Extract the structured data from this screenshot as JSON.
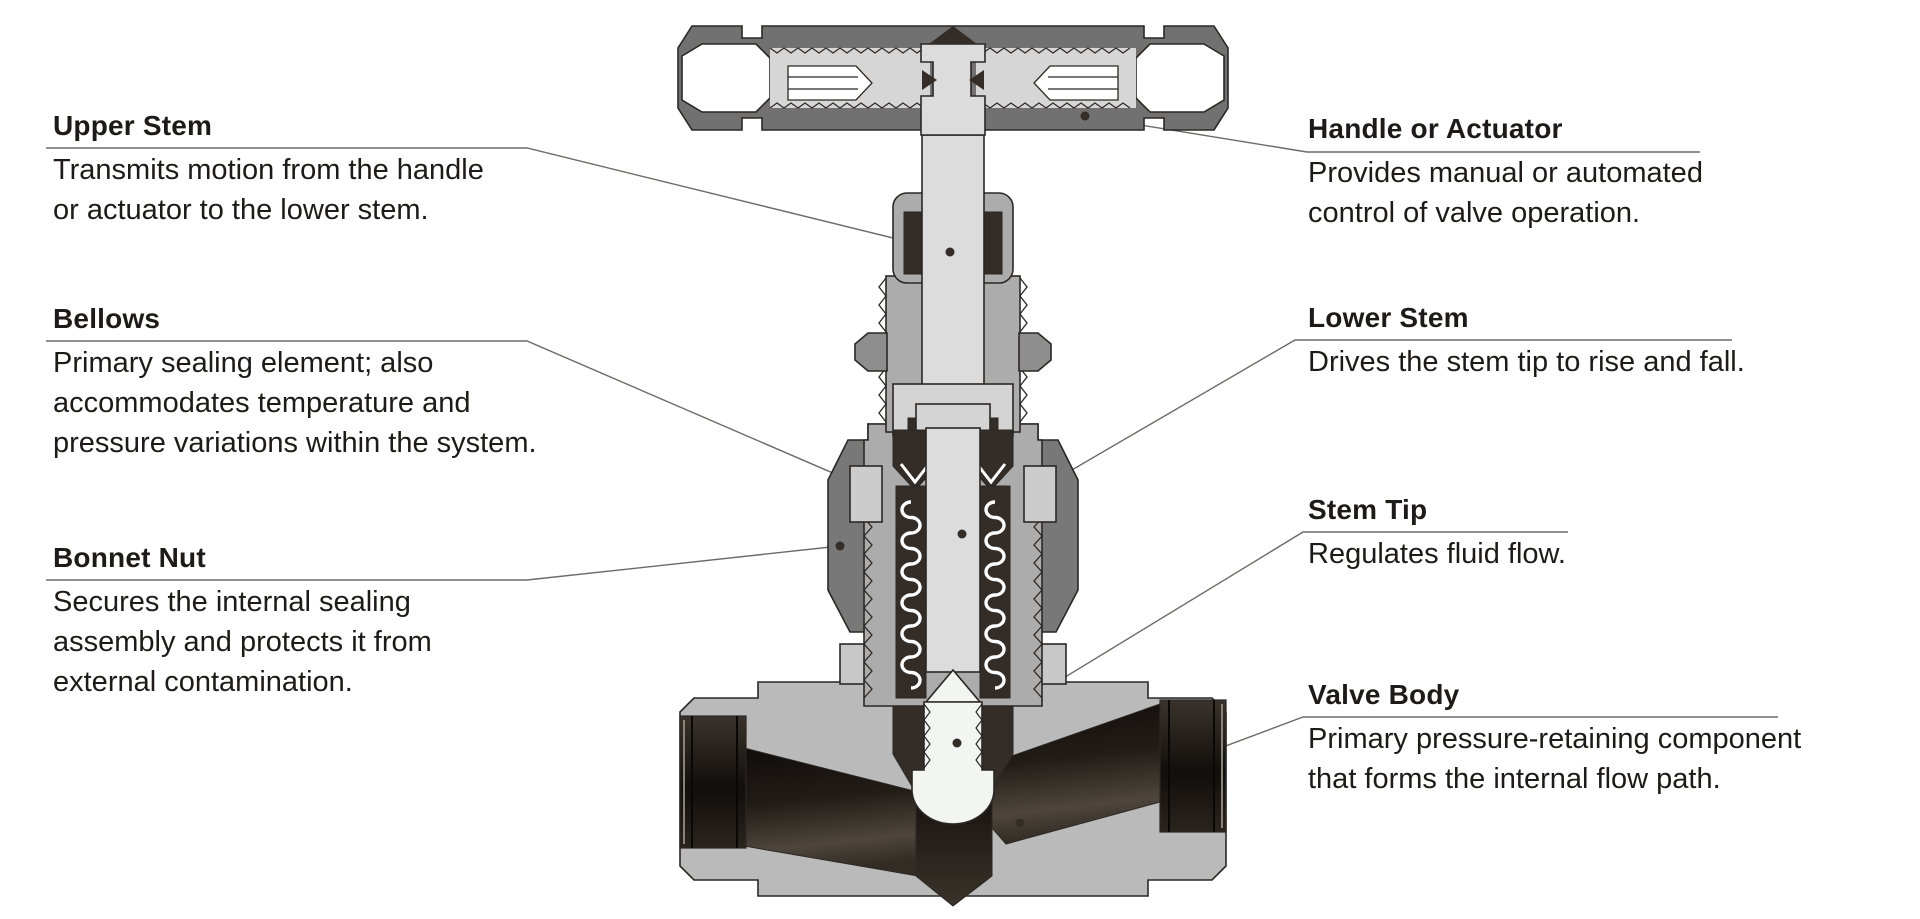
{
  "parts": {
    "upper_stem": {
      "name": "Upper Stem",
      "description": "Transmits motion from the handle\nor actuator to the lower stem."
    },
    "bellows": {
      "name": "Bellows",
      "description": "Primary sealing element; also\naccommodates temperature and\npressure variations within the system."
    },
    "bonnet_nut": {
      "name": "Bonnet Nut",
      "description": "Secures the internal sealing\nassembly and protects it from\nexternal contamination."
    },
    "handle": {
      "name": "Handle or Actuator",
      "description": "Provides manual or automated\ncontrol of valve operation."
    },
    "lower_stem": {
      "name": "Lower Stem",
      "description": "Drives the stem tip to rise and fall."
    },
    "stem_tip": {
      "name": "Stem Tip",
      "description": "Regulates fluid flow."
    },
    "valve_body": {
      "name": "Valve Body",
      "description": "Primary pressure-retaining component\nthat forms the internal flow path."
    }
  },
  "colors": {
    "background": "#FFFFFF",
    "text": "#1E1A19",
    "metal_dark": "#717171",
    "bonnet_nut_gray": "#787878",
    "metal_mid": "#ACACAC",
    "metal_light": "#DCDCDC",
    "body_gray": "#BABABA",
    "detail_dark": "#332C27",
    "stem_tip_white": "#F2F5F2",
    "leader_line": "#6E6A66"
  }
}
